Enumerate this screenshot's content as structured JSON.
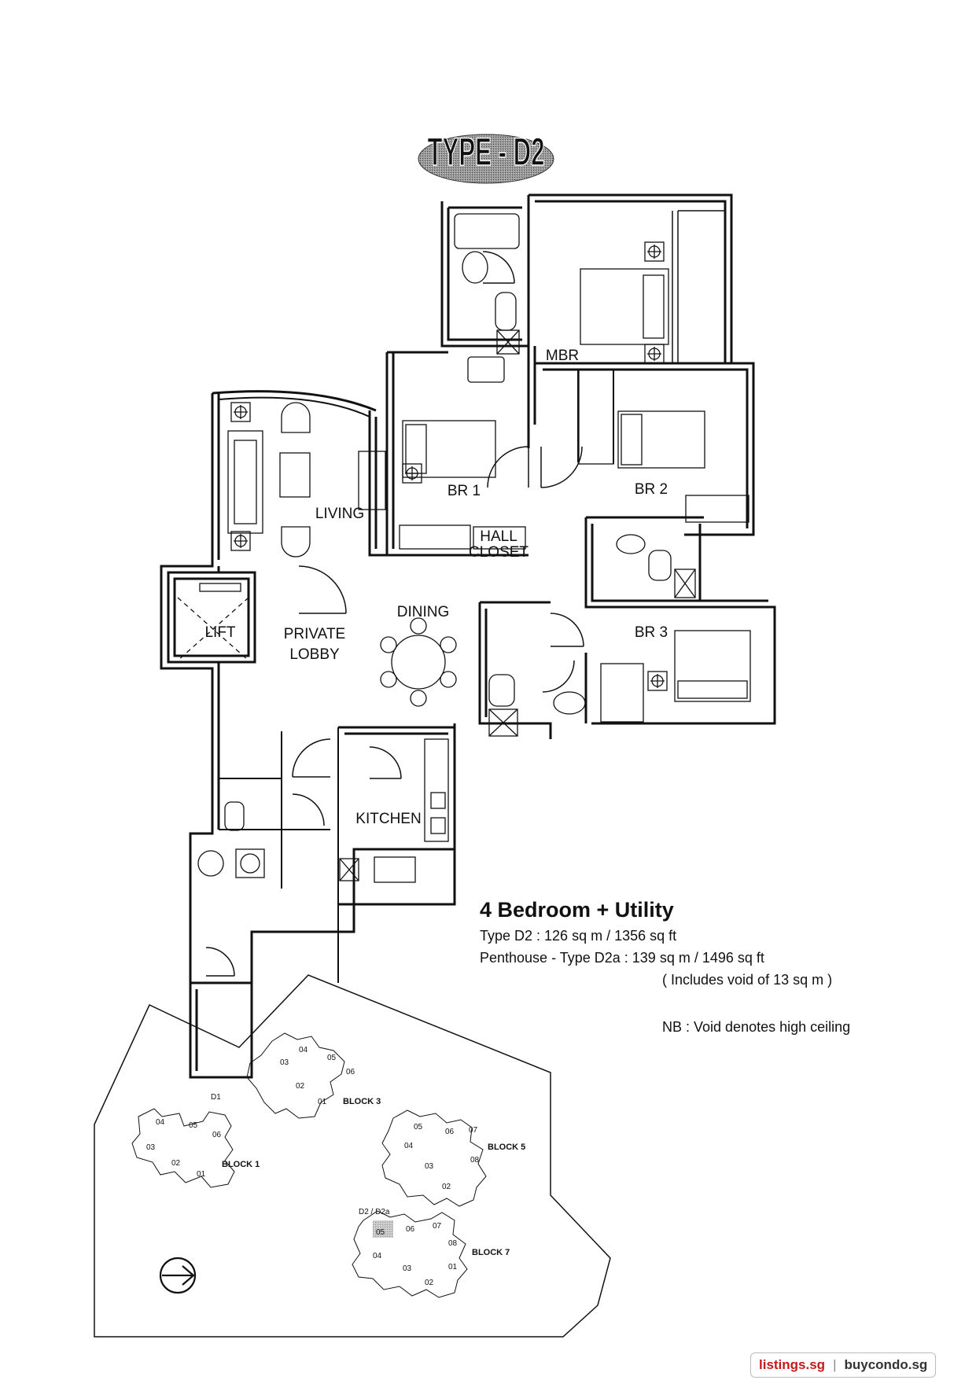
{
  "title_badge": "TYPE - D2",
  "rooms": {
    "mbr": "MBR",
    "br1": "BR 1",
    "br2": "BR 2",
    "br3": "BR 3",
    "living": "LIVING",
    "dining": "DINING",
    "hall": "HALL",
    "closet": "CLOSET",
    "lift": "LIFT",
    "private": "PRIVATE",
    "lobby": "LOBBY",
    "kitchen": "KITCHEN"
  },
  "info": {
    "heading": "4 Bedroom + Utility",
    "line1": "Type D2 : 126 sq m / 1356 sq ft",
    "line2": "Penthouse - Type D2a : 139 sq m / 1496 sq ft",
    "line3": "( Includes void of 13 sq m )",
    "note": "NB : Void denotes high ceiling"
  },
  "site_plan": {
    "block1": {
      "label": "BLOCK 1",
      "units": [
        "04",
        "05",
        "06",
        "03",
        "02",
        "01"
      ],
      "marker": "D1"
    },
    "block3": {
      "label": "BLOCK 3",
      "units": [
        "04",
        "05",
        "03",
        "06",
        "02",
        "01"
      ]
    },
    "block5": {
      "label": "BLOCK 5",
      "units": [
        "05",
        "06",
        "07",
        "04",
        "08",
        "03",
        "02"
      ]
    },
    "block7": {
      "label": "BLOCK 7",
      "units": [
        "06",
        "07",
        "05",
        "08",
        "04",
        "03",
        "01",
        "02"
      ],
      "marker": "D2 / D2a"
    }
  },
  "footer": {
    "site_a": "listings.sg",
    "separator": "|",
    "site_b": "buycondo.sg"
  },
  "icons": [
    "north-arrow-icon"
  ]
}
